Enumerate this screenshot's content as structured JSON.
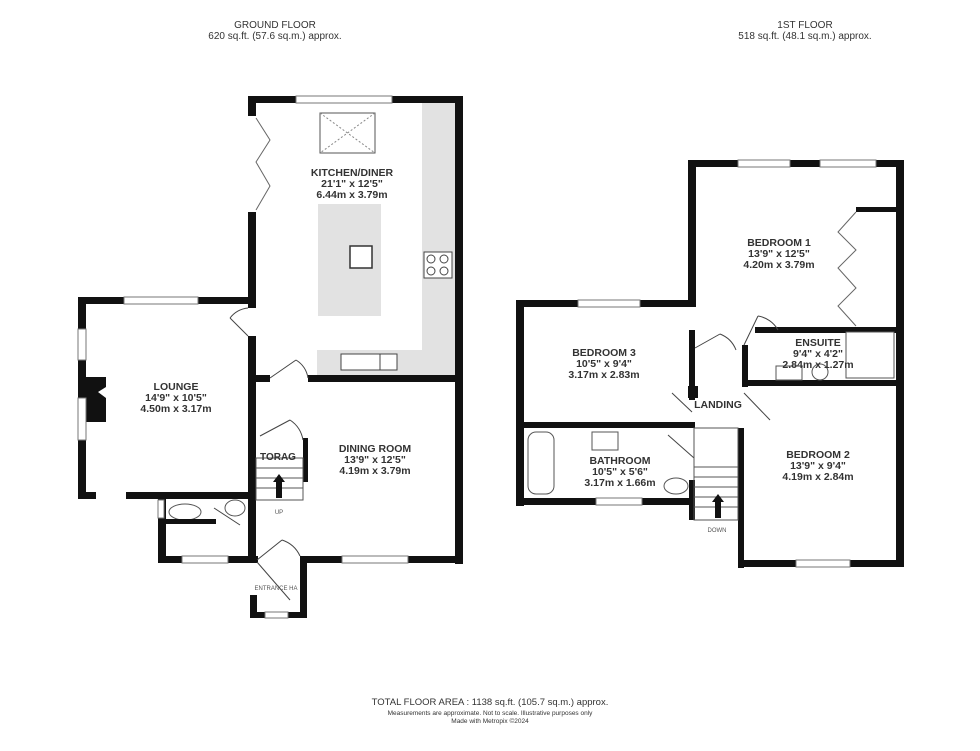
{
  "ground_floor": {
    "title": "GROUND FLOOR",
    "area": "620 sq.ft. (57.6 sq.m.) approx.",
    "rooms": {
      "kitchen": {
        "name": "KITCHEN/DINER",
        "imperial": "21'1\"  x 12'5\"",
        "metric": "6.44m  x 3.79m"
      },
      "lounge": {
        "name": "LOUNGE",
        "imperial": "14'9\"  x 10'5\"",
        "metric": "4.50m  x 3.17m"
      },
      "dining": {
        "name": "DINING ROOM",
        "imperial": "13'9\"  x 12'5\"",
        "metric": "4.19m  x 3.79m"
      },
      "storage": {
        "name": "TORAG"
      },
      "entrance": {
        "name": "ENTRANCE HA"
      }
    },
    "stairs_label": "UP"
  },
  "first_floor": {
    "title": "1ST FLOOR",
    "area": "518 sq.ft. (48.1 sq.m.) approx.",
    "rooms": {
      "bedroom1": {
        "name": "BEDROOM 1",
        "imperial": "13'9\"  x 12'5\"",
        "metric": "4.20m  x 3.79m"
      },
      "bedroom2": {
        "name": "BEDROOM 2",
        "imperial": "13'9\"  x 9'4\"",
        "metric": "4.19m  x 2.84m"
      },
      "bedroom3": {
        "name": "BEDROOM 3",
        "imperial": "10'5\"  x 9'4\"",
        "metric": "3.17m  x 2.83m"
      },
      "bathroom": {
        "name": "BATHROOM",
        "imperial": "10'5\"  x 5'6\"",
        "metric": "3.17m  x 1.66m"
      },
      "ensuite": {
        "name": "ENSUITE",
        "imperial": "9'4\"  x 4'2\"",
        "metric": "2.84m  x 1.27m"
      },
      "landing": {
        "name": "LANDING"
      }
    },
    "stairs_label": "DOWN"
  },
  "footer": {
    "total": "TOTAL FLOOR AREA : 1138 sq.ft. (105.7 sq.m.) approx.",
    "disclaimer": "Measurements are approximate.  Not to scale.  Illustrative purposes only",
    "credit": "Made with Metropix ©2024"
  },
  "colors": {
    "wall": "#111111",
    "fitted": "#e2e2e2",
    "text": "#333333"
  }
}
